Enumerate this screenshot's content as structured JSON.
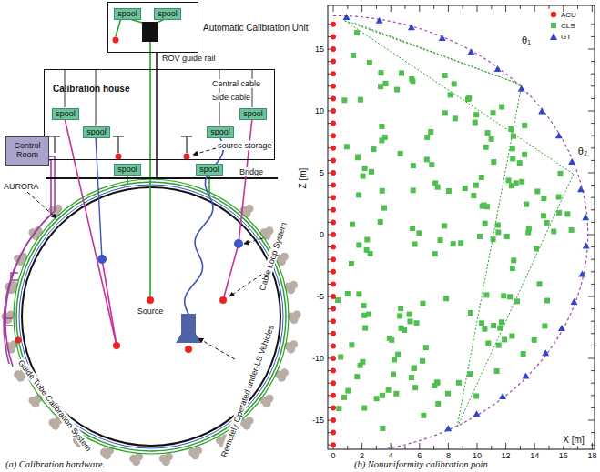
{
  "diagram": {
    "nodes": [
      {
        "text": [
          "Automatic Calibration Unit"
        ]
      },
      {
        "text": [
          "spool"
        ],
        "in": 0
      },
      {
        "text": [
          "spool"
        ],
        "in": 0
      },
      {
        "text": [
          "Calibration house"
        ]
      },
      {
        "text": [
          "spool"
        ],
        "in": 3
      },
      {
        "text": [
          "spool"
        ],
        "in": 3
      },
      {
        "text": [
          "spool"
        ],
        "in": 3
      },
      {
        "text": [
          "spool"
        ],
        "in": 3
      },
      {
        "text": [
          "Control Room"
        ]
      },
      {
        "text": [
          "spool"
        ]
      },
      {
        "text": [
          "spool"
        ]
      }
    ],
    "labels": [
      "ROV guide rail",
      "Central cable",
      "Side cable",
      "source storage",
      "Bridge",
      "AURORA",
      "Cable Loop System",
      "Source",
      "Guide Tube Calibration System",
      "Remotely Operated under-LS Vehicles",
      "(a) Calibration hardware.",
      "(b) Nonuniformity calibration poin",
      "Z [m]",
      "15",
      "10",
      "5",
      "0",
      "-5",
      "-10",
      "-15",
      "0",
      "2",
      "4",
      "6",
      "8",
      "10",
      "12",
      "14",
      "16",
      "18",
      "X [m]",
      "θ₁",
      "θ₂"
    ],
    "legend": [
      {
        "text": "ACU",
        "color": "#ee2222"
      },
      {
        "text": "CLS",
        "color": "#4fbf4f"
      },
      {
        "text": "GT",
        "color": "#3344cc"
      }
    ]
  }
}
